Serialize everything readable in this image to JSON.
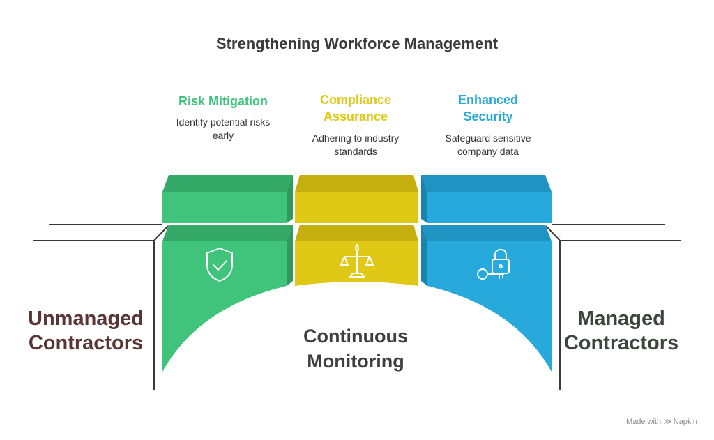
{
  "title": "Strengthening Workforce Management",
  "pillars": [
    {
      "title_lines": [
        "Risk Mitigation"
      ],
      "desc_lines": [
        "Identify potential risks",
        "early"
      ],
      "icon": "shield-check-icon",
      "color": "#40c47c",
      "dark": "#34a968"
    },
    {
      "title_lines": [
        "Compliance",
        "Assurance"
      ],
      "desc_lines": [
        "Adhering to industry",
        "standards"
      ],
      "icon": "scales-icon",
      "color": "#dfc816",
      "dark": "#c4af0e"
    },
    {
      "title_lines": [
        "Enhanced",
        "Security"
      ],
      "desc_lines": [
        "Safeguard sensitive",
        "company data"
      ],
      "icon": "lock-key-icon",
      "color": "#27a9db",
      "dark": "#1f93c2"
    }
  ],
  "left_label": {
    "lines": [
      "Unmanaged",
      "Contractors"
    ],
    "color": "#5a3535"
  },
  "right_label": {
    "lines": [
      "Managed",
      "Contractors"
    ],
    "color": "#3a473a"
  },
  "center_label": {
    "lines": [
      "Continuous",
      "Monitoring"
    ]
  },
  "credit": "Made with",
  "credit_brand": "Napkin"
}
